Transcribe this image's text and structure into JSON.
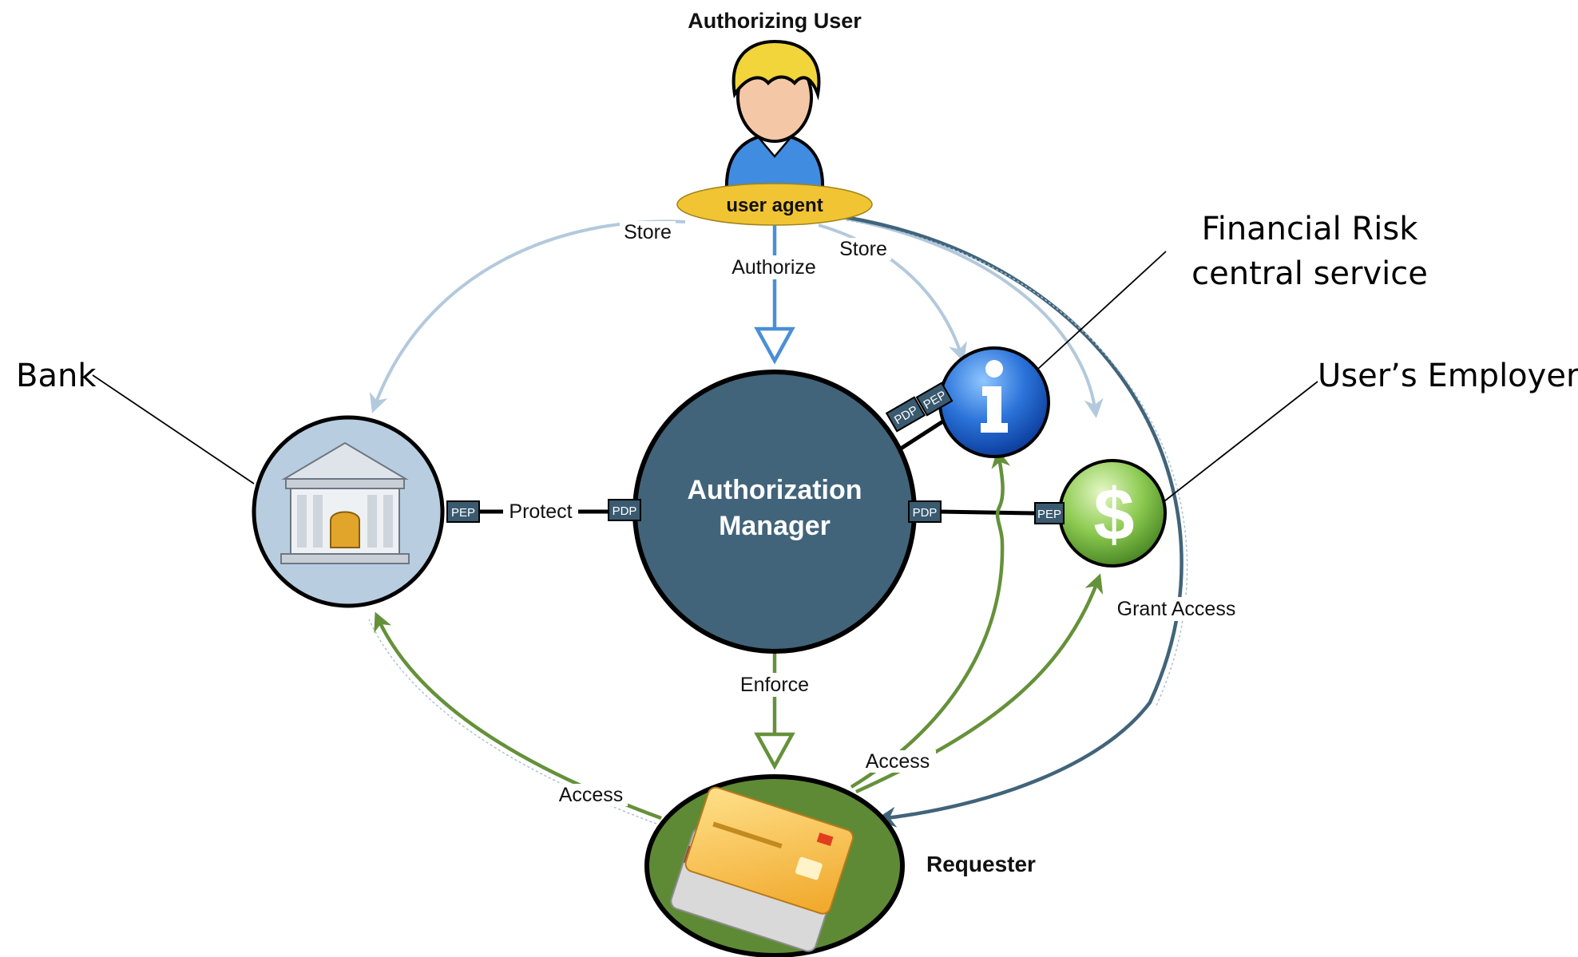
{
  "actors": {
    "authorizing_user": "Authorizing User",
    "user_agent": "user agent",
    "authorization_manager_line1": "Authorization",
    "authorization_manager_line2": "Manager",
    "requester": "Requester"
  },
  "callouts": {
    "bank": "Bank",
    "financial_risk_line1": "Financial Risk",
    "financial_risk_line2": "central service",
    "employer": "User’s Employer"
  },
  "edges": {
    "store_left": "Store",
    "store_right": "Store",
    "authorize": "Authorize",
    "protect": "Protect",
    "enforce": "Enforce",
    "access_left": "Access",
    "access_right": "Access",
    "grant_access": "Grant Access"
  },
  "tags": {
    "pep": "PEP",
    "pdp": "PDP"
  },
  "icons": {
    "bank": "bank-building-icon",
    "info": "info-icon",
    "dollar": "dollar-icon",
    "card": "credit-card-icon",
    "user": "user-person-icon"
  },
  "colors": {
    "store_arrow": "#b3c9dc",
    "authorize_arrow": "#4a8fd6",
    "access_arrow": "#65913a",
    "grant_arrow": "#41647a",
    "manager_fill": "#41647a",
    "requester_fill": "#5f8a35",
    "bank_fill": "#b8cde0",
    "user_agent_fill": "#f1c433"
  }
}
